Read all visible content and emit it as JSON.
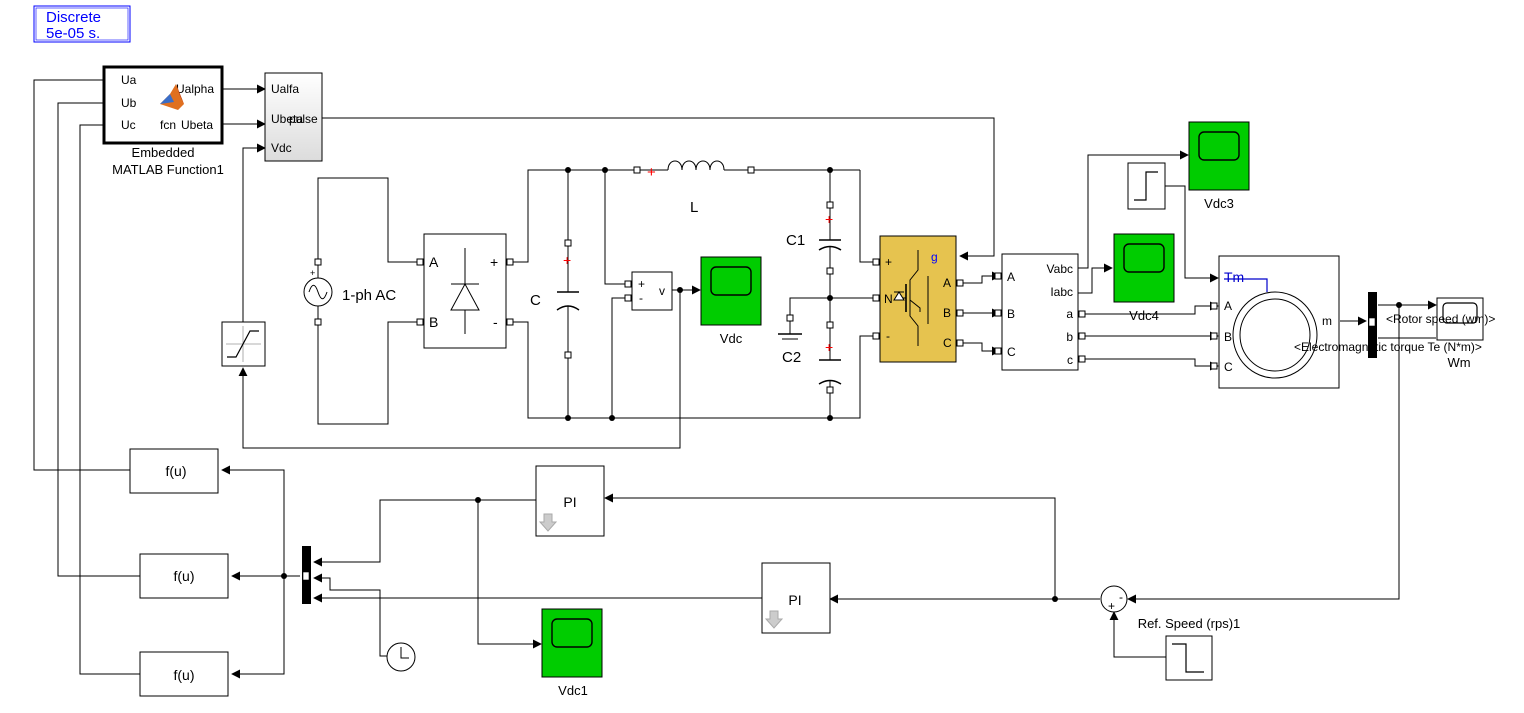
{
  "solver": {
    "line1": "Discrete",
    "line2": "5e-05 s."
  },
  "embedded": {
    "in_ports": [
      "Ua",
      "Ub",
      "Uc"
    ],
    "out_ports": [
      "Ualpha",
      "Ubeta"
    ],
    "center": "fcn",
    "caption1": "Embedded",
    "caption2": "MATLAB Function1"
  },
  "svpwm": {
    "in_ports": [
      "Ualfa",
      "Ubeta",
      "Vdc"
    ],
    "out_port": "pulse"
  },
  "ac_source": {
    "label": "1-ph AC"
  },
  "bridge": {
    "in_a": "A",
    "in_b": "B",
    "plus": "+",
    "minus": "-"
  },
  "capacitors": {
    "c": "C",
    "c1": "C1",
    "c2": "C2"
  },
  "inductor": {
    "label": "L"
  },
  "voltmeter": {
    "plus": "+",
    "minus": "-",
    "out": "v"
  },
  "scopes": {
    "vdc": "Vdc",
    "vdc1": "Vdc1",
    "vdc3": "Vdc3",
    "vdc4": "Vdc4",
    "wm": "Wm"
  },
  "inverter": {
    "g": "g",
    "a": "A",
    "b": "B",
    "c": "C",
    "n": "N",
    "plus": "+",
    "minus": "-"
  },
  "measurement": {
    "in_ports": [
      "A",
      "B",
      "C"
    ],
    "out_ports": [
      "Vabc",
      "Iabc",
      "a",
      "b",
      "c"
    ]
  },
  "motor": {
    "tm": "Tm",
    "ports": [
      "A",
      "B",
      "C"
    ],
    "m": "m"
  },
  "demux_signals": {
    "s1": "<Rotor speed (wm)>",
    "s2": "<Electromagnetic torque Te (N*m)>"
  },
  "fu_blocks": {
    "f1": "f(u)",
    "f2": "f(u)",
    "f3": "f(u)"
  },
  "pi_blocks": {
    "p1": "PI",
    "p2": "PI"
  },
  "sum": {
    "plus": "+",
    "minus": "-"
  },
  "ref_speed": {
    "label": "Ref. Speed (rps)1"
  },
  "colors": {
    "accent_blue": "#0000ff",
    "scope_green": "#00cc00",
    "inverter_gold": "#e6c34f",
    "red_marker": "#ff0000"
  }
}
